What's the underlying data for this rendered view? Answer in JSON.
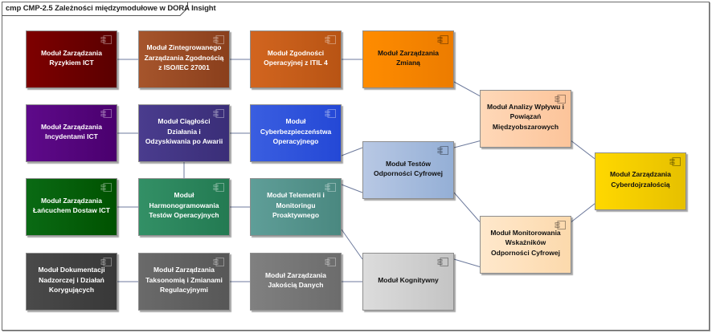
{
  "diagram": {
    "title": "cmp CMP-2.5 Zależności międzymodułowe w DORA Insight",
    "nodes": [
      {
        "id": "n-ryzyko",
        "label": "Moduł Zarządzania Ryzykiem ICT",
        "col": 0,
        "row": 0,
        "color_from": "#7e0000",
        "color_to": "#5a0000",
        "theme": "dark"
      },
      {
        "id": "n-zgodnosc-iso",
        "label": "Moduł Zintegrowanego Zarządzania Zgodnością z ISO/IEC 27001",
        "col": 1,
        "row": 0,
        "color_from": "#a6552c",
        "color_to": "#8a3f1c",
        "theme": "dark"
      },
      {
        "id": "n-itil",
        "label": "Moduł Zgodności Operacyjnej z ITIL 4",
        "col": 2,
        "row": 0,
        "color_from": "#d2651f",
        "color_to": "#b85414",
        "theme": "dark"
      },
      {
        "id": "n-zmiana",
        "label": "Moduł Zarządzania Zmianą",
        "col": 3,
        "row": 0,
        "color_from": "#ff8c00",
        "color_to": "#ec7c00",
        "theme": "light"
      },
      {
        "id": "n-incydenty",
        "label": "Moduł Zarządzania Incydentami ICT",
        "col": 0,
        "row": 1,
        "color_from": "#5e0a8a",
        "color_to": "#4a006e",
        "theme": "dark"
      },
      {
        "id": "n-ciaglosc",
        "label": "Moduł Ciągłości Działania i Odzyskiwania po Awarii",
        "col": 1,
        "row": 1,
        "color_from": "#4a3c8e",
        "color_to": "#3a2e78",
        "theme": "dark"
      },
      {
        "id": "n-cyber",
        "label": "Moduł Cyberbezpieczeństwa Operacyjnego",
        "col": 2,
        "row": 1,
        "color_from": "#3a5ee0",
        "color_to": "#2448d6",
        "theme": "dark"
      },
      {
        "id": "n-lancuch",
        "label": "Moduł Zarządzania Łańcuchem Dostaw ICT",
        "col": 0,
        "row": 2,
        "color_from": "#0a6a14",
        "color_to": "#005200",
        "theme": "dark"
      },
      {
        "id": "n-harmonogram",
        "label": "Moduł Harmonogramowania Testów Operacyjnych",
        "col": 1,
        "row": 2,
        "color_from": "#339066",
        "color_to": "#237a52",
        "theme": "dark"
      },
      {
        "id": "n-telemetria",
        "label": "Moduł Telemetrii i Monitoringu Proaktywnego",
        "col": 2,
        "row": 2,
        "color_from": "#5f9e98",
        "color_to": "#4a8880",
        "theme": "dark"
      },
      {
        "id": "n-dokumentacja",
        "label": "Moduł Dokumentacji Nadzorczej i Działań Korygujących",
        "col": 0,
        "row": 3,
        "color_from": "#4a4a4a",
        "color_to": "#383838",
        "theme": "dark"
      },
      {
        "id": "n-taksonomia",
        "label": "Moduł Zarządzania Taksonomią i Zmianami Regulacyjnymi",
        "col": 1,
        "row": 3,
        "color_from": "#6a6a6a",
        "color_to": "#575757",
        "theme": "dark"
      },
      {
        "id": "n-jakosc",
        "label": "Moduł Zarządzania Jakością Danych",
        "col": 2,
        "row": 3,
        "color_from": "#808080",
        "color_to": "#6c6c6c",
        "theme": "dark"
      },
      {
        "id": "n-testy",
        "label": "Moduł Testów Odporności Cyfrowej",
        "col": 3,
        "row": 1.5,
        "color_from": "#b8c8e4",
        "color_to": "#94afd6",
        "theme": "light"
      },
      {
        "id": "n-kognitywny",
        "label": "Moduł Kognitywny",
        "col": 3,
        "row": 3,
        "color_from": "#dcdcdc",
        "color_to": "#c4c4c4",
        "theme": "light"
      },
      {
        "id": "n-analiza",
        "label": "Moduł Analizy Wpływu i Powiązań Międzyobszarowych",
        "col": 4,
        "row": 0.8,
        "color_from": "#ffd8b8",
        "color_to": "#fcc49a",
        "theme": "light"
      },
      {
        "id": "n-monitorowanie",
        "label": "Moduł Monitorowania Wskaźników Odporności Cyfrowej",
        "col": 4,
        "row": 2.5,
        "color_from": "#ffe8cc",
        "color_to": "#fcd9ac",
        "theme": "light"
      },
      {
        "id": "n-cyberdojrzalosc",
        "label": "Moduł Zarządzania Cyberdojrzałością",
        "col": 5,
        "row": 1.65,
        "color_from": "#ffd800",
        "color_to": "#e6c000",
        "theme": "light"
      }
    ],
    "edges": [
      [
        "n-ryzyko",
        "n-zgodnosc-iso"
      ],
      [
        "n-zgodnosc-iso",
        "n-itil"
      ],
      [
        "n-itil",
        "n-zmiana"
      ],
      [
        "n-zmiana",
        "n-analiza"
      ],
      [
        "n-incydenty",
        "n-ciaglosc"
      ],
      [
        "n-ciaglosc",
        "n-cyber"
      ],
      [
        "n-ciaglosc",
        "n-harmonogram"
      ],
      [
        "n-cyber",
        "n-testy"
      ],
      [
        "n-lancuch",
        "n-harmonogram"
      ],
      [
        "n-harmonogram",
        "n-telemetria"
      ],
      [
        "n-telemetria",
        "n-testy"
      ],
      [
        "n-telemetria",
        "n-kognitywny"
      ],
      [
        "n-dokumentacja",
        "n-taksonomia"
      ],
      [
        "n-taksonomia",
        "n-jakosc"
      ],
      [
        "n-jakosc",
        "n-kognitywny"
      ],
      [
        "n-testy",
        "n-analiza"
      ],
      [
        "n-testy",
        "n-monitorowanie"
      ],
      [
        "n-kognitywny",
        "n-monitorowanie"
      ],
      [
        "n-analiza",
        "n-cyberdojrzalosc"
      ],
      [
        "n-monitorowanie",
        "n-cyberdojrzalosc"
      ]
    ],
    "edge_color": "#6d7a9c",
    "icon": "component-icon"
  }
}
